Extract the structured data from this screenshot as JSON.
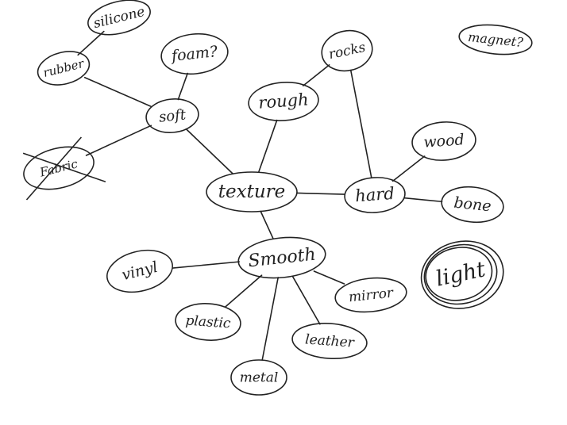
{
  "diagram": {
    "nodes": [
      {
        "id": "silicone",
        "label": "silicone"
      },
      {
        "id": "rubber",
        "label": "rubber"
      },
      {
        "id": "foam",
        "label": "foam?"
      },
      {
        "id": "soft",
        "label": "soft"
      },
      {
        "id": "fabric",
        "label": "Fabric"
      },
      {
        "id": "rocks",
        "label": "rocks"
      },
      {
        "id": "rough",
        "label": "rough"
      },
      {
        "id": "magnet",
        "label": "magnet?"
      },
      {
        "id": "wood",
        "label": "wood"
      },
      {
        "id": "texture",
        "label": "texture"
      },
      {
        "id": "hard",
        "label": "hard"
      },
      {
        "id": "bone",
        "label": "bone"
      },
      {
        "id": "vinyl",
        "label": "vinyl"
      },
      {
        "id": "smooth",
        "label": "Smooth"
      },
      {
        "id": "light",
        "label": "light"
      },
      {
        "id": "mirror",
        "label": "mirror"
      },
      {
        "id": "plastic",
        "label": "plastic"
      },
      {
        "id": "leather",
        "label": "leather"
      },
      {
        "id": "metal",
        "label": "metal"
      }
    ],
    "edges": [
      [
        "silicone",
        "rubber"
      ],
      [
        "rubber",
        "soft"
      ],
      [
        "foam",
        "soft"
      ],
      [
        "fabric",
        "soft"
      ],
      [
        "soft",
        "texture"
      ],
      [
        "rough",
        "texture"
      ],
      [
        "rocks",
        "rough"
      ],
      [
        "rocks",
        "hard"
      ],
      [
        "texture",
        "hard"
      ],
      [
        "wood",
        "hard"
      ],
      [
        "bone",
        "hard"
      ],
      [
        "texture",
        "smooth"
      ],
      [
        "vinyl",
        "smooth"
      ],
      [
        "smooth",
        "mirror"
      ],
      [
        "smooth",
        "plastic"
      ],
      [
        "smooth",
        "leather"
      ],
      [
        "smooth",
        "metal"
      ]
    ],
    "crossed_out": [
      "fabric"
    ],
    "double_circled": [
      "light"
    ]
  }
}
